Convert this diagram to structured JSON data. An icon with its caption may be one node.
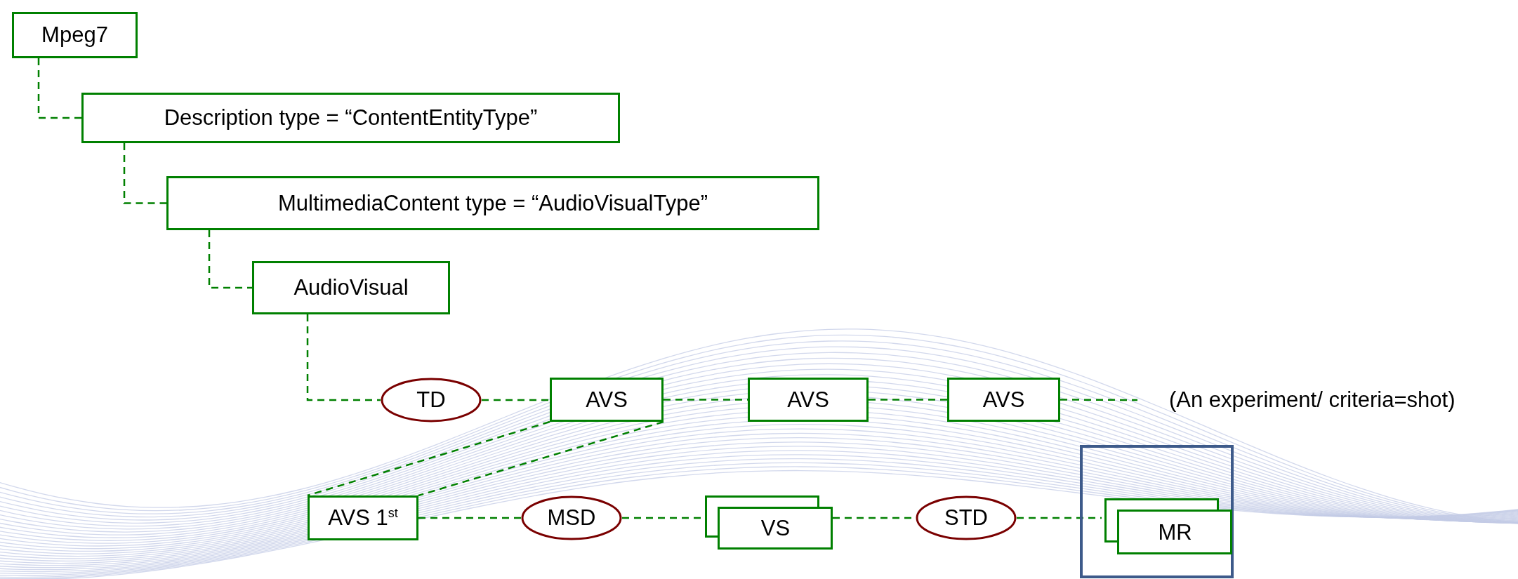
{
  "diagram": {
    "nodes": [
      {
        "text": [
          "Mpeg7"
        ]
      },
      {
        "text": [
          "Description type = “ContentEntityType”"
        ]
      },
      {
        "text": [
          "MultimediaContent type = “AudioVisualType”"
        ]
      },
      {
        "text": [
          "AudioVisual"
        ]
      },
      {
        "text": [
          "TD"
        ]
      },
      {
        "text": [
          "AVS"
        ]
      },
      {
        "text": [
          "AVS"
        ]
      },
      {
        "text": [
          "AVS"
        ]
      },
      {
        "text": [
          "(An experiment/ criteria=shot)"
        ]
      },
      {
        "text": [
          "AVS 1$^{st}$"
        ]
      },
      {
        "text": [
          "MSD"
        ]
      },
      {
        "text": [
          "VS"
        ]
      },
      {
        "text": [
          "STD"
        ]
      },
      {
        "text": [],
        "shape": "box"
      },
      {
        "text": [
          "MR"
        ],
        "in": 13
      }
    ],
    "edges": [
      {
        "from": 0,
        "to": 1,
        "arrow": "none",
        "style": "dashed"
      },
      {
        "from": 1,
        "to": 2,
        "arrow": "none",
        "style": "dashed"
      },
      {
        "from": 2,
        "to": 3,
        "arrow": "none",
        "style": "dashed"
      },
      {
        "from": 3,
        "to": 4,
        "arrow": "none",
        "style": "dashed"
      },
      {
        "from": 4,
        "to": 5,
        "arrow": "none",
        "style": "dashed"
      },
      {
        "from": 5,
        "to": 6,
        "arrow": "none",
        "style": "dashed"
      },
      {
        "from": 6,
        "to": 7,
        "arrow": "none",
        "style": "dashed"
      },
      {
        "from": 7,
        "to": 8,
        "arrow": "none",
        "style": "dashed"
      },
      {
        "from": 5,
        "to": 9,
        "arrow": "none",
        "style": "dashed"
      },
      {
        "from": 5,
        "to": 9,
        "arrow": "none",
        "style": "dashed"
      },
      {
        "from": 9,
        "to": 10,
        "arrow": "none",
        "style": "dashed"
      },
      {
        "from": 10,
        "to": 11,
        "arrow": "none",
        "style": "dashed"
      },
      {
        "from": 11,
        "to": 12,
        "arrow": "none",
        "style": "dashed"
      },
      {
        "from": 12,
        "to": 14,
        "arrow": "none",
        "style": "dashed"
      }
    ]
  }
}
